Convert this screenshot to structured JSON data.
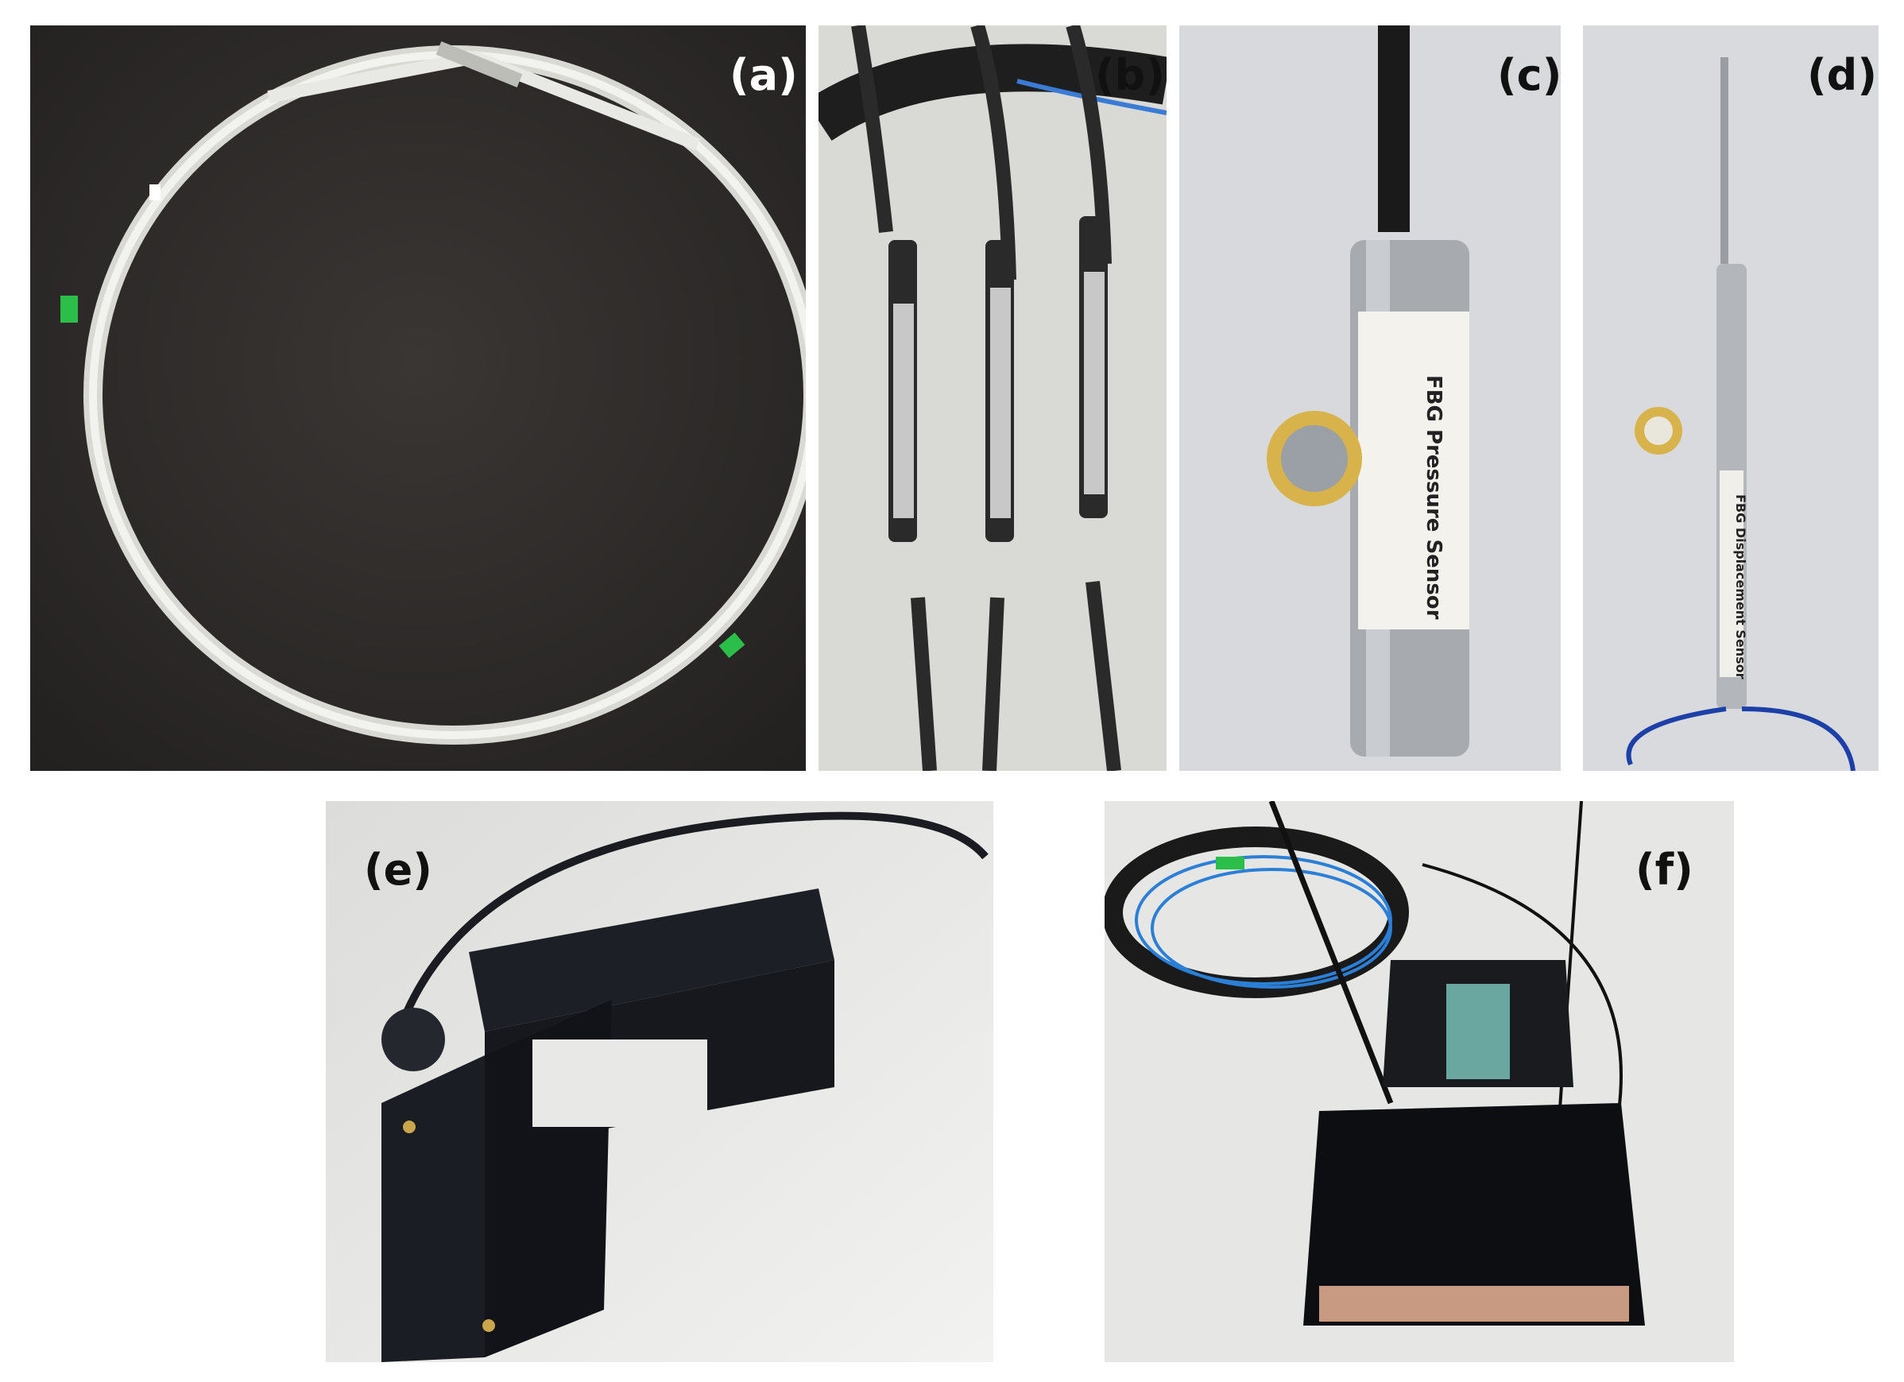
{
  "figure": {
    "panels": [
      {
        "label": "(a)",
        "subject": "fiber-optic-ring"
      },
      {
        "label": "(b)",
        "subject": "three-fbg-temperature-probes"
      },
      {
        "label": "(c)",
        "subject": "fbg-pressure-sensor"
      },
      {
        "label": "(d)",
        "subject": "fbg-displacement-sensor"
      },
      {
        "label": "(e)",
        "subject": "3d-printed-clamp-sensor"
      },
      {
        "label": "(f)",
        "subject": "plate-sensor-with-fiber-coils"
      }
    ],
    "product_text": {
      "pressure_sensor": "FBG Pressure Sensor",
      "displacement_sensor": "FBG Displacement Sensor"
    }
  }
}
